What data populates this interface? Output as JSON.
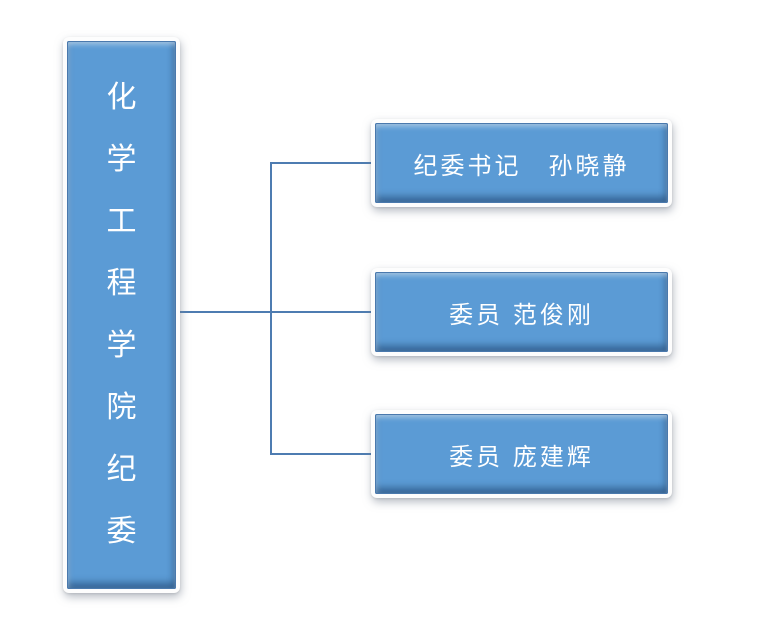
{
  "diagram": {
    "type": "org-chart",
    "root": {
      "label": "化学工程学院纪委"
    },
    "nodes": [
      {
        "label": "纪委书记　孙晓静"
      },
      {
        "label": "委员 范俊刚"
      },
      {
        "label": "委员 庞建辉"
      }
    ],
    "colors": {
      "node_fill": "#5b9bd5",
      "node_bevel_dark": "#2f5b8c",
      "node_border": "#4a79ad",
      "frame": "#fdfdfd",
      "connector": "#4e7cb1",
      "text": "#ffffff",
      "background": "#ffffff"
    }
  }
}
